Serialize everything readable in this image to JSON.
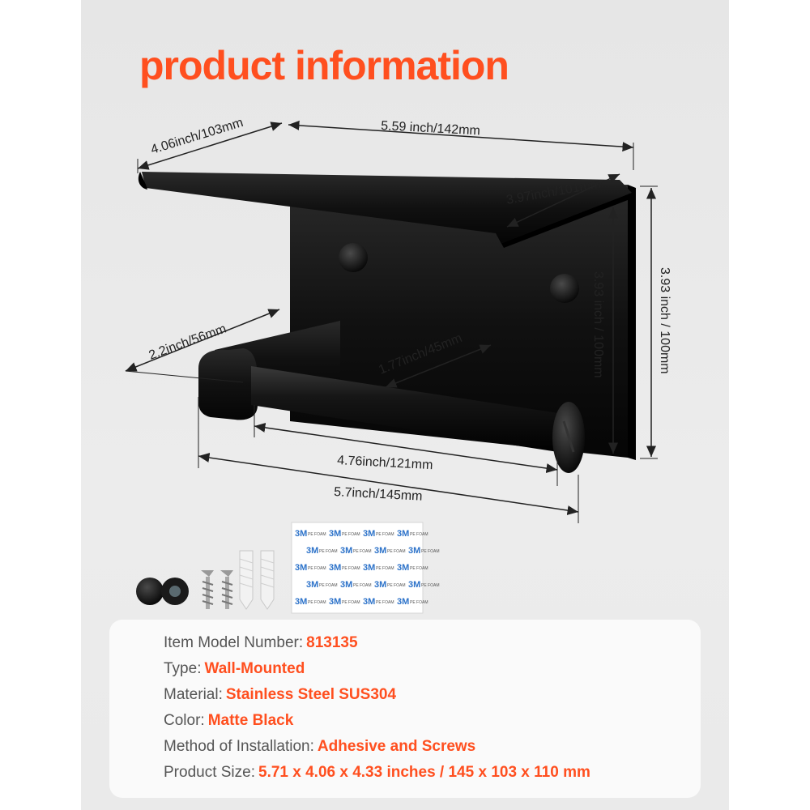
{
  "title": "product information",
  "dimensions": {
    "shelf_depth": "4.06inch/103mm",
    "shelf_width": "5.59 inch/142mm",
    "plate_width": "3.97inch/101mm",
    "plate_height": "3.93 inch / 100mm",
    "total_height": "3.93 inch / 100mm",
    "arm_depth": "2.2inch/56mm",
    "rod_offset": "1.77inch/45mm",
    "rod_length": "4.76inch/121mm",
    "total_length": "5.7inch/145mm"
  },
  "foam_label": "3M",
  "foam_sublabel": "PE FOAM",
  "specs": [
    {
      "label": "Item Model Number:",
      "value": "813135"
    },
    {
      "label": "Type:",
      "value": "Wall-Mounted"
    },
    {
      "label": "Material:",
      "value": "Stainless Steel SUS304"
    },
    {
      "label": "Color:",
      "value": "Matte Black"
    },
    {
      "label": "Method of Installation:",
      "value": "Adhesive and Screws"
    },
    {
      "label": "Product Size:",
      "value": "5.71 x 4.06 x 4.33 inches / 145 x 103 x 110 mm"
    }
  ],
  "colors": {
    "accent": "#ff4f1f",
    "product": "#141414",
    "foam": "#2c72c9"
  }
}
